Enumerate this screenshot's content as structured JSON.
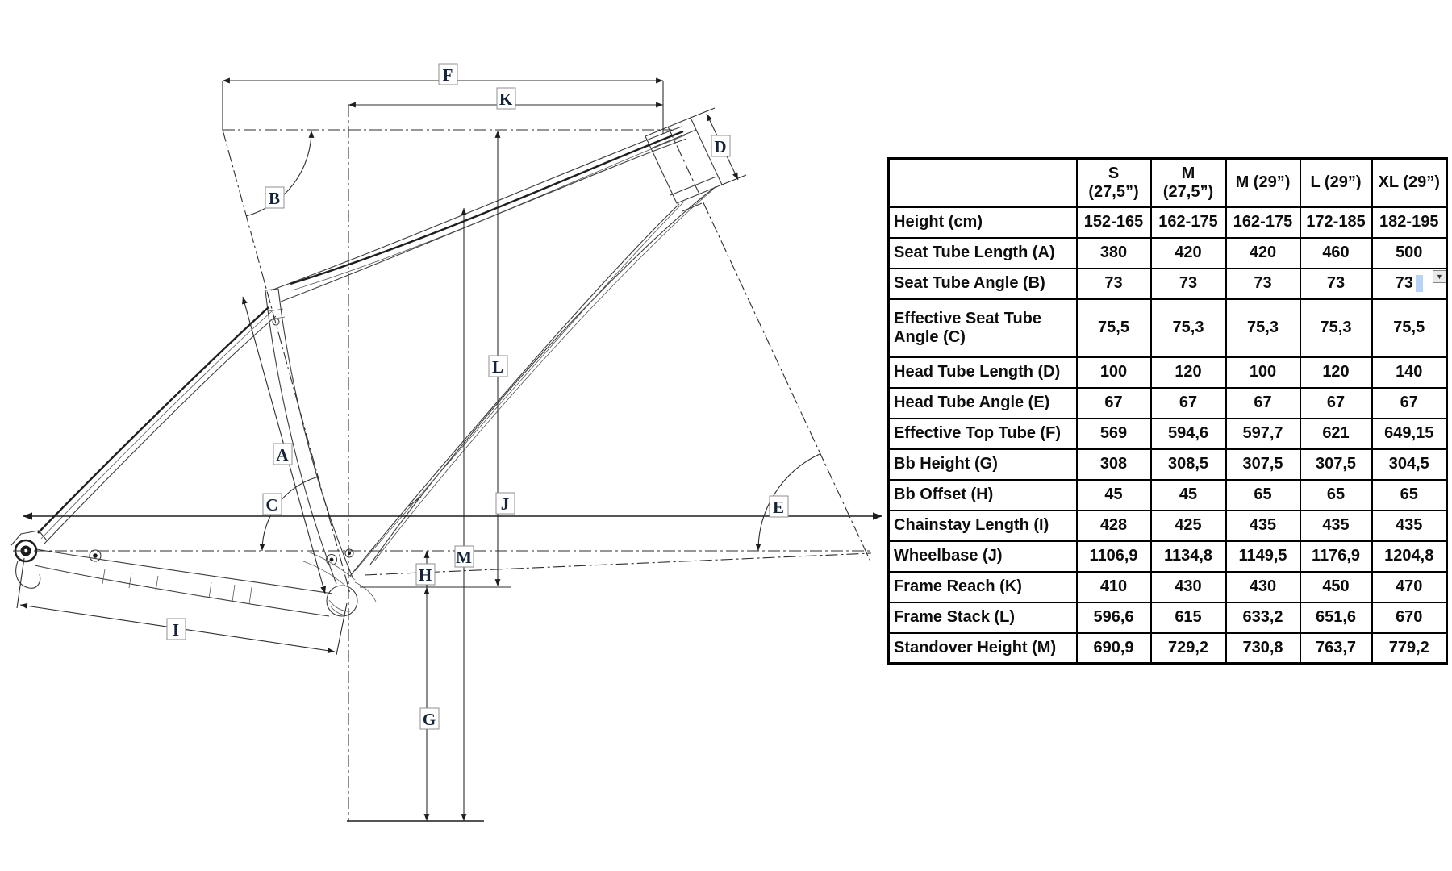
{
  "diagram": {
    "labels": {
      "a": "A",
      "b": "B",
      "c": "C",
      "d": "D",
      "e": "E",
      "f": "F",
      "g": "G",
      "h": "H",
      "i": "I",
      "j": "J",
      "k": "K",
      "l": "L",
      "m": "M"
    }
  },
  "icons": {
    "dropdown": "▼"
  },
  "colors": {
    "cursor_blue": "#b7d3f5",
    "table_border": "#000000",
    "line_gray": "#3c3c3c"
  },
  "table": {
    "header": {
      "col0": "",
      "cols": [
        {
          "line1": "S",
          "line2": "(27,5”)"
        },
        {
          "line1": "M",
          "line2": "(27,5”)"
        },
        {
          "line1": "M (29”)",
          "line2": ""
        },
        {
          "line1": "L (29”)",
          "line2": ""
        },
        {
          "line1": "XL (29”)",
          "line2": ""
        }
      ]
    },
    "rows": [
      {
        "label": "Height (cm)",
        "values": [
          "152-165",
          "162-175",
          "162-175",
          "172-185",
          "182-195"
        ]
      },
      {
        "label": "Seat Tube Length (A)",
        "values": [
          "380",
          "420",
          "420",
          "460",
          "500"
        ]
      },
      {
        "label": "Seat Tube Angle (B)",
        "values": [
          "73",
          "73",
          "73",
          "73",
          "73"
        ]
      },
      {
        "label": "Effective Seat Tube Angle (C)",
        "values": [
          "75,5",
          "75,3",
          "75,3",
          "75,3",
          "75,5"
        ]
      },
      {
        "label": "Head Tube Length (D)",
        "values": [
          "100",
          "120",
          "100",
          "120",
          "140"
        ]
      },
      {
        "label": "Head Tube Angle (E)",
        "values": [
          "67",
          "67",
          "67",
          "67",
          "67"
        ]
      },
      {
        "label": "Effective Top Tube (F)",
        "values": [
          "569",
          "594,6",
          "597,7",
          "621",
          "649,15"
        ]
      },
      {
        "label": "Bb Height (G)",
        "values": [
          "308",
          "308,5",
          "307,5",
          "307,5",
          "304,5"
        ]
      },
      {
        "label": "Bb Offset (H)",
        "values": [
          "45",
          "45",
          "65",
          "65",
          "65"
        ]
      },
      {
        "label": "Chainstay Length (I)",
        "values": [
          "428",
          "425",
          "435",
          "435",
          "435"
        ]
      },
      {
        "label": "Wheelbase (J)",
        "values": [
          "1106,9",
          "1134,8",
          "1149,5",
          "1176,9",
          "1204,8"
        ]
      },
      {
        "label": "Frame Reach (K)",
        "values": [
          "410",
          "430",
          "430",
          "450",
          "470"
        ]
      },
      {
        "label": "Frame Stack (L)",
        "values": [
          "596,6",
          "615",
          "633,2",
          "651,6",
          "670"
        ]
      },
      {
        "label": "Standover Height (M)",
        "values": [
          "690,9",
          "729,2",
          "730,8",
          "763,7",
          "779,2"
        ]
      }
    ]
  }
}
